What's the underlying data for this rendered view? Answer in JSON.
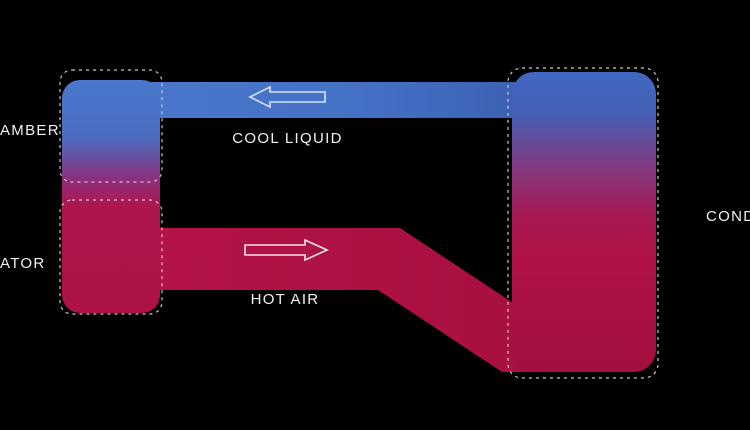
{
  "diagram": {
    "labels": {
      "cool_liquid": "COOL LIQUID",
      "hot_air": "HOT AIR",
      "chamber_partial": "AMBER",
      "evaporator_partial": "ATOR",
      "condenser_partial": "COND"
    },
    "colors": {
      "background": "#000000",
      "cool_blue": "#4677cd",
      "hot_crimson": "#b01245",
      "transition_purple": "#8c3180",
      "dashed_outline": "#c8c8c8",
      "label_text": "#f2f2f2",
      "cool_arrow_stroke": "#d4e4f8",
      "hot_arrow_stroke": "#f6e3ea"
    },
    "icons": {
      "cool_flow_arrow": "left-arrow",
      "hot_flow_arrow": "right-arrow"
    }
  }
}
